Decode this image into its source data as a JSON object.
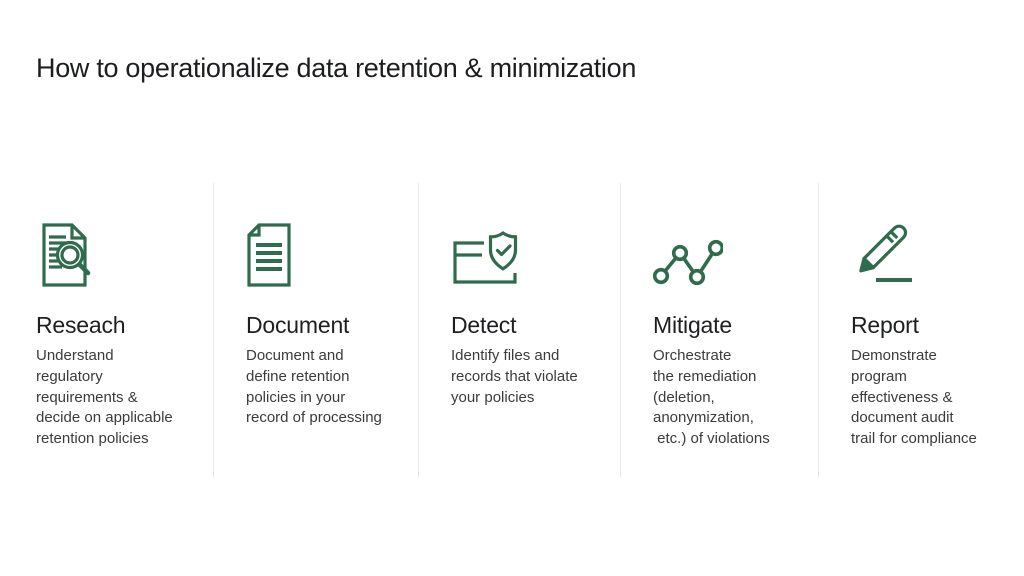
{
  "title": "How to operationalize data retention & minimization",
  "theme": {
    "accent_green": "#2f6b4d",
    "divider_gray": "#e9e9e9",
    "title_color": "#1c1d1f",
    "heading_color": "#1e1f21",
    "body_color": "#3a3b3d",
    "background": "#ffffff"
  },
  "steps": [
    {
      "icon": "document-search-icon",
      "title": "Reseach",
      "description": "Understand\nregulatory\nrequirements &\ndecide on applicable\nretention policies"
    },
    {
      "icon": "document-lines-icon",
      "title": "Document",
      "description": "Document and\ndefine retention\npolicies in your\nrecord of processing"
    },
    {
      "icon": "folder-shield-check-icon",
      "title": "Detect",
      "description": "Identify files and\nrecords that violate\nyour policies"
    },
    {
      "icon": "trend-line-nodes-icon",
      "title": "Mitigate",
      "description": "Orchestrate\nthe remediation\n(deletion,\nanonymization,\n etc.) of violations"
    },
    {
      "icon": "pencil-underline-icon",
      "title": "Report",
      "description": "Demonstrate\nprogram\neffectiveness &\ndocument audit\ntrail for compliance"
    }
  ]
}
